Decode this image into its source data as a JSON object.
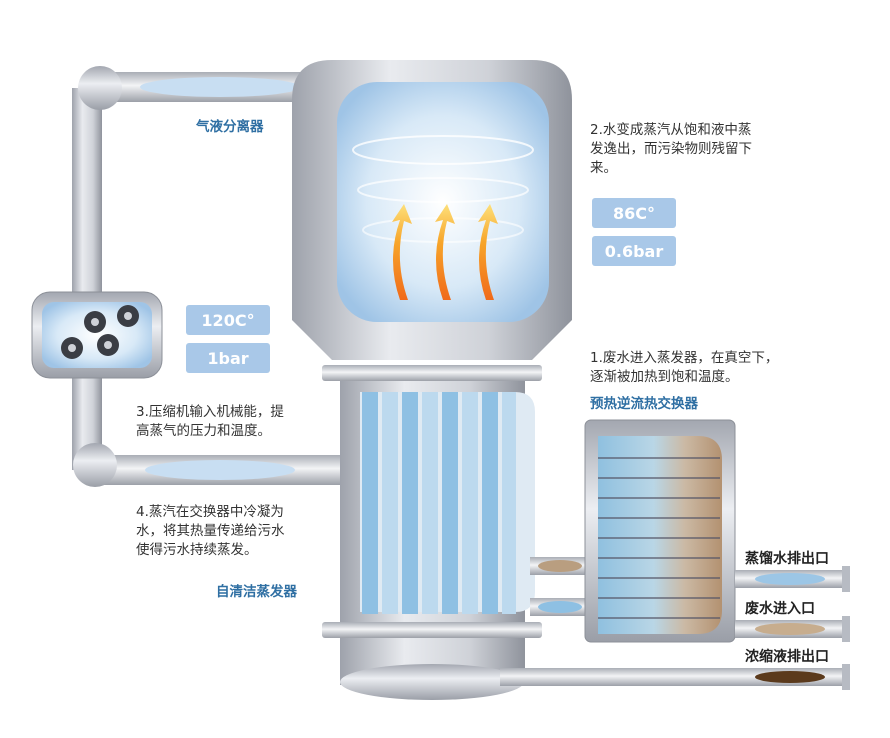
{
  "labels": {
    "separator": "气液分离器",
    "evaporator": "自清洁蒸发器",
    "preheater": "预热逆流热交换器"
  },
  "steps": {
    "step1_line1": "1.废水进入蒸发器，在真空下，",
    "step1_line2": "逐渐被加热到饱和温度。",
    "step2_line1": "2.水变成蒸汽从饱和液中蒸",
    "step2_line2": "发逸出，而污染物则残留下",
    "step2_line3": "来。",
    "step3_line1": "3.压缩机输入机械能，提",
    "step3_line2": "高蒸气的压力和温度。",
    "step4_line1": "4.蒸汽在交换器中冷凝为",
    "step4_line2": "水，将其热量传递给污水",
    "step4_line3": "使得污水持续蒸发。"
  },
  "readings": {
    "vessel_temp": "86C°",
    "vessel_pressure": "0.6bar",
    "compressor_temp": "120C°",
    "compressor_pressure": "1bar"
  },
  "ports": {
    "distillate_out": "蒸馏水排出口",
    "wastewater_in": "废水进入口",
    "concentrate_out": "浓缩液排出口"
  },
  "colors": {
    "steel": "#c9ccd3",
    "vapor_blue": "#b9d7ef",
    "accent_text": "#2f6fa3",
    "pill": "#a9c8e8",
    "heat_arrow": "#f39a1e",
    "concentrate": "#5b3a1c"
  }
}
